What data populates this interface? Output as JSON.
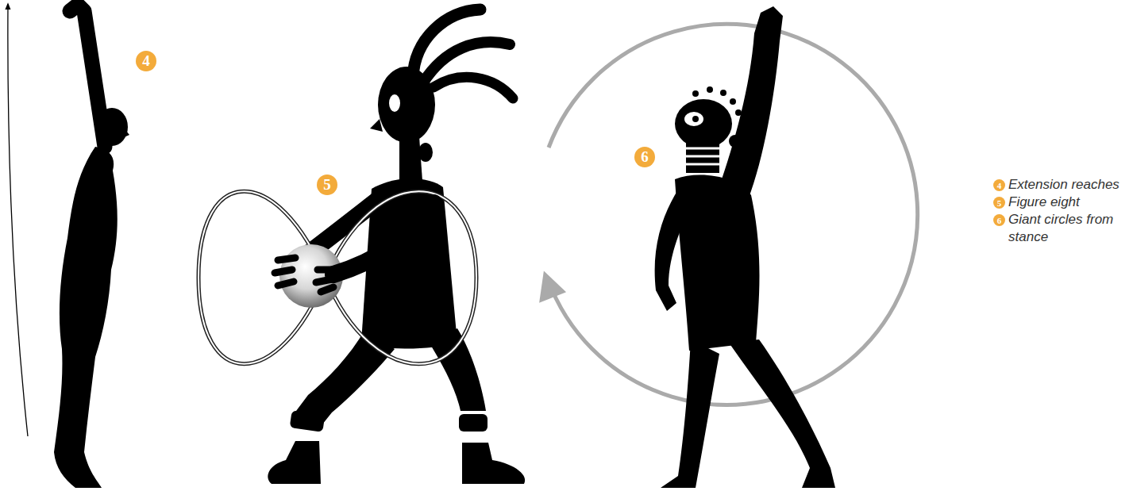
{
  "diagram": {
    "labels": [
      "4",
      "5",
      "6",
      "4",
      "5",
      "6"
    ],
    "legend": [
      {
        "text": "Extension reaches"
      },
      {
        "text": "Figure eight"
      },
      {
        "text": "Giant circles from stance"
      }
    ]
  }
}
